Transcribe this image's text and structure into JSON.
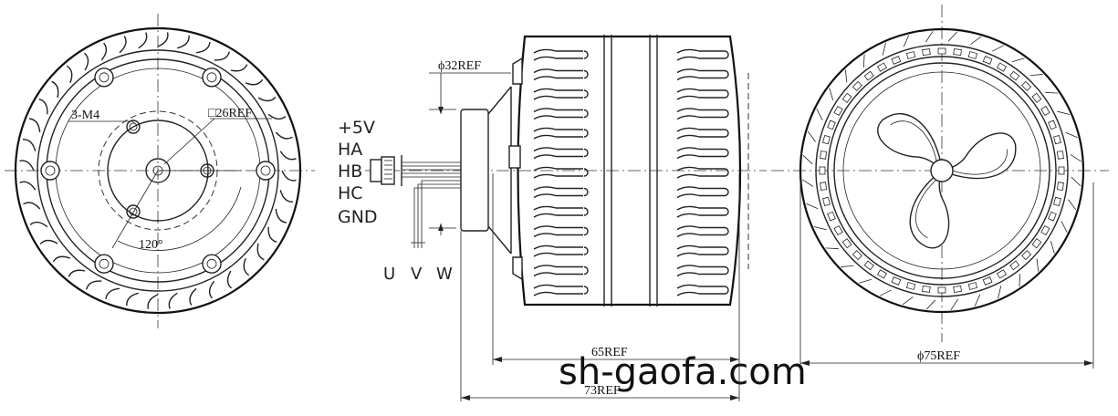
{
  "labels": {
    "thread": "3-M4",
    "square_ref": "□26REF",
    "angle": "120°",
    "shaft_dia": "ϕ32REF",
    "length_inner": "65REF",
    "length_outer": "73REF",
    "outer_dia": "ϕ75REF"
  },
  "wires": {
    "top": [
      "+5V",
      "HA",
      "HB",
      "HC",
      "GND"
    ],
    "phases": [
      "U",
      "V",
      "W"
    ]
  },
  "watermark": "sh-gaofa.com"
}
